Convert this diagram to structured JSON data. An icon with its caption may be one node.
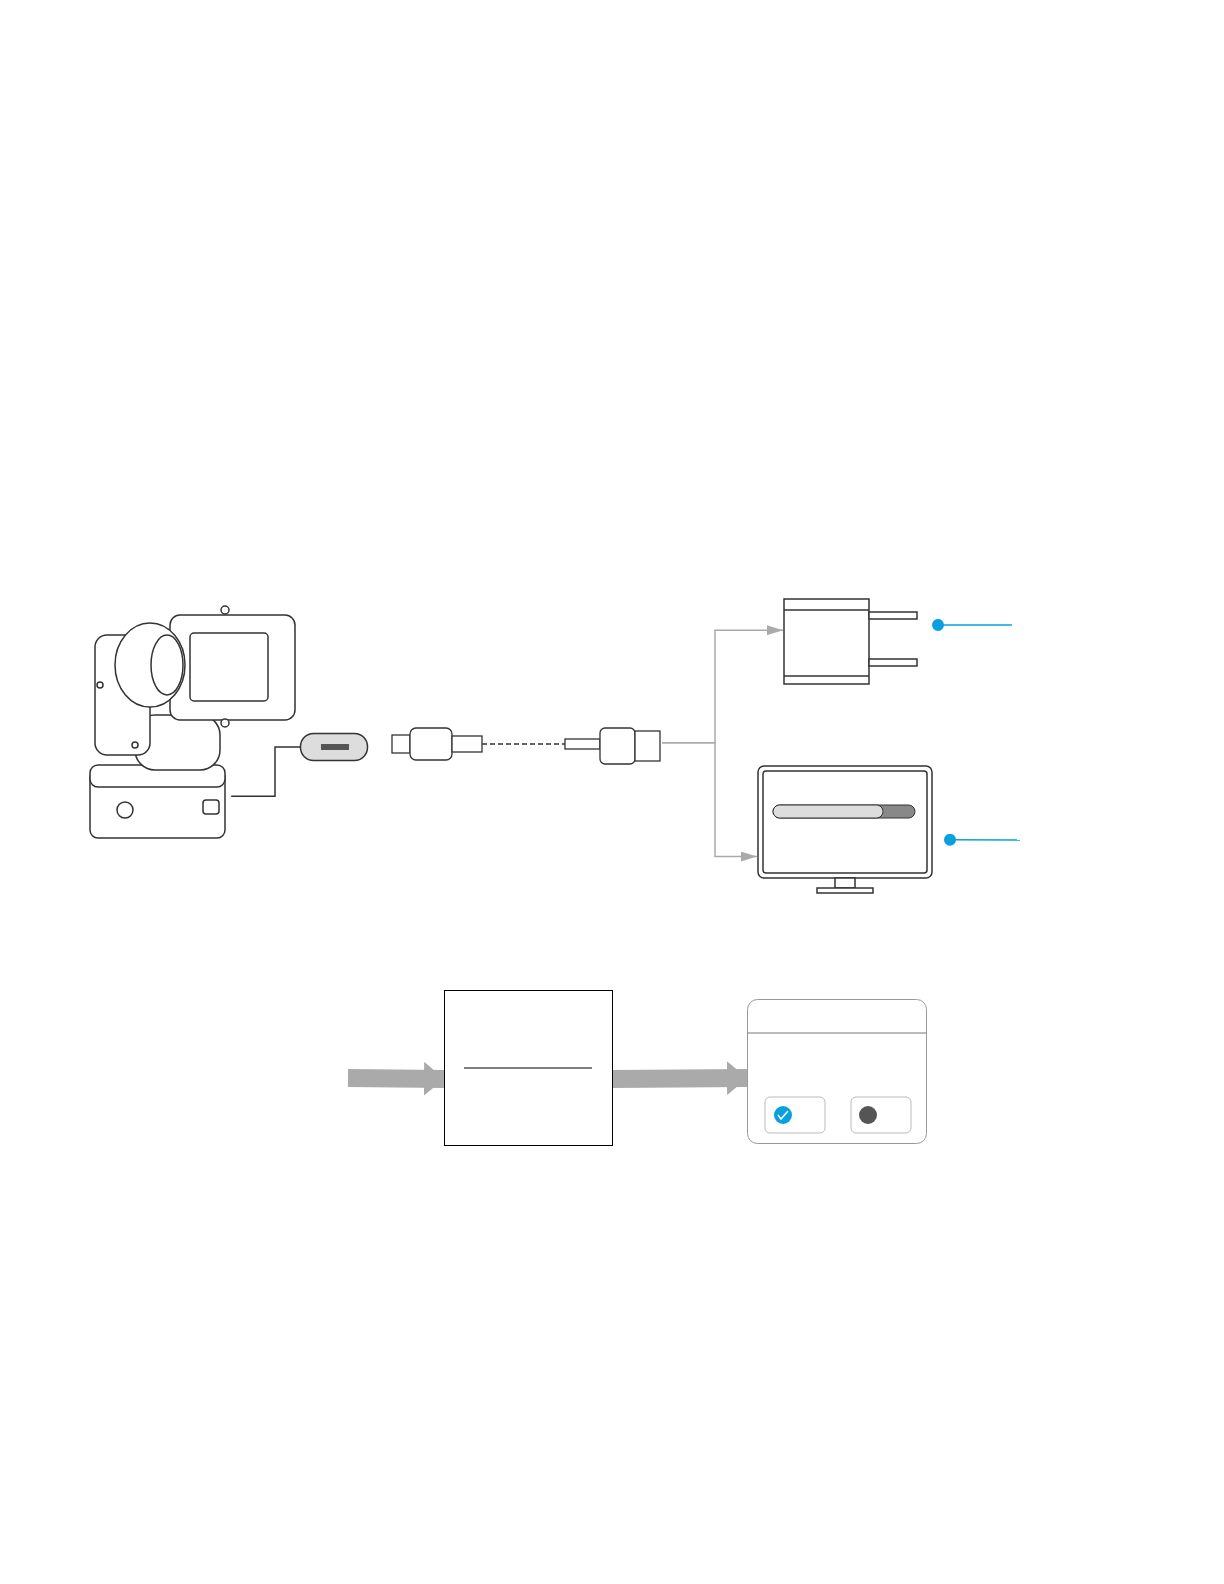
{
  "diagram": {
    "nodes": [
      {
        "text": [],
        "shape": "picture"
      },
      {
        "text": [],
        "shape": "box"
      },
      {
        "text": [],
        "shape": "picture"
      },
      {
        "text": [],
        "shape": "picture"
      },
      {
        "text": [],
        "shape": "picture"
      },
      {
        "text": [],
        "shape": "box"
      },
      {
        "text": [],
        "shape": "box"
      }
    ],
    "edges": [
      {
        "from": 0,
        "to": 1,
        "arrow": "none",
        "color": "#333333"
      },
      {
        "from": 2,
        "to": 3,
        "arrow": "to"
      },
      {
        "from": 2,
        "to": 4,
        "arrow": "to"
      },
      {
        "from": 3,
        "to": null,
        "arrow": "other",
        "color": "#0aa0e0"
      },
      {
        "from": 4,
        "to": null,
        "arrow": "other",
        "color": "#0aa0e0"
      },
      {
        "from": null,
        "to": 5,
        "arrow": "to",
        "style": "thick"
      },
      {
        "from": 5,
        "to": 6,
        "arrow": "to",
        "style": "thick"
      }
    ]
  }
}
